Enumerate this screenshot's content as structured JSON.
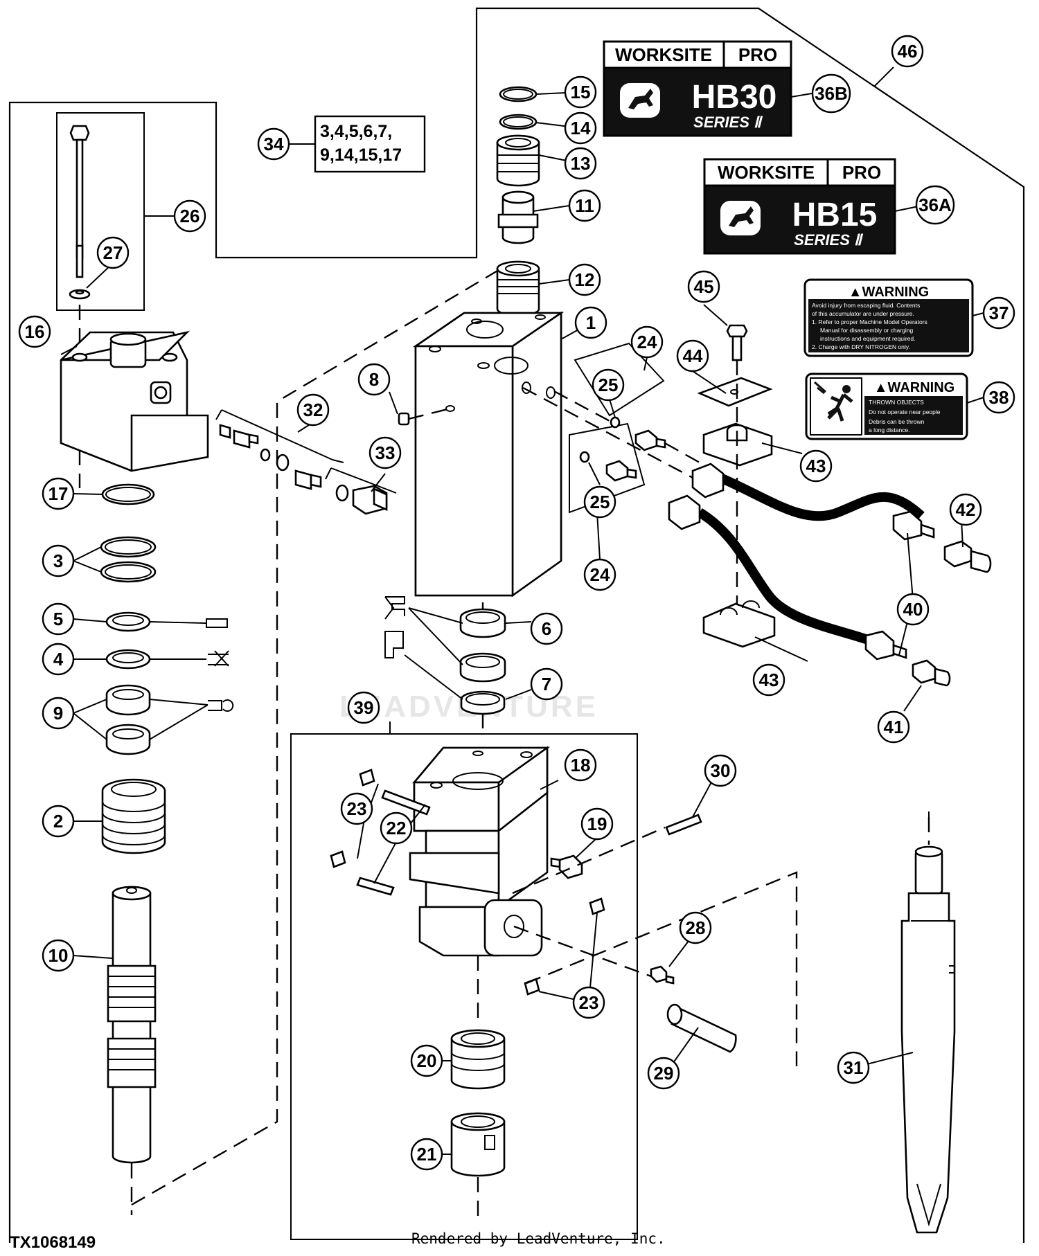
{
  "figure_id": "TX1068149",
  "render_note": "Rendered by LeadVenture, Inc.",
  "watermark": "LEADVENTURE",
  "kit_box": {
    "line1": "3,4,5,6,7,",
    "line2": "9,14,15,17"
  },
  "decal_hb30": {
    "brand_left": "WORKSITE",
    "brand_right": "PRO",
    "model": "HB30",
    "series": "SERIES Ⅱ"
  },
  "decal_hb15": {
    "brand_left": "WORKSITE",
    "brand_right": "PRO",
    "model": "HB15",
    "series": "SERIES Ⅱ"
  },
  "warning_37": {
    "title": "▲WARNING",
    "lines": [
      "Avoid injury from escaping fluid. Contents",
      "of this accumulator are under pressure.",
      "1. Refer to proper Machine Model Operators",
      "Manual for disassembly or charging",
      "instructions and equipment required.",
      "2. Charge with DRY NITROGEN only."
    ]
  },
  "warning_38": {
    "title": "▲WARNING",
    "lines": [
      "THROWN OBJECTS",
      "Do not operate near people",
      "Debris can be thrown",
      "a long distance."
    ]
  },
  "callouts": [
    "1",
    "2",
    "3",
    "4",
    "5",
    "6",
    "7",
    "8",
    "9",
    "10",
    "11",
    "12",
    "13",
    "14",
    "15",
    "16",
    "17",
    "18",
    "19",
    "20",
    "21",
    "22",
    "23",
    "23",
    "23",
    "24",
    "24",
    "24",
    "25",
    "25",
    "26",
    "27",
    "28",
    "29",
    "30",
    "31",
    "32",
    "33",
    "34",
    "36A",
    "36B",
    "37",
    "38",
    "39",
    "40",
    "41",
    "42",
    "43",
    "43",
    "44",
    "45",
    "46"
  ]
}
